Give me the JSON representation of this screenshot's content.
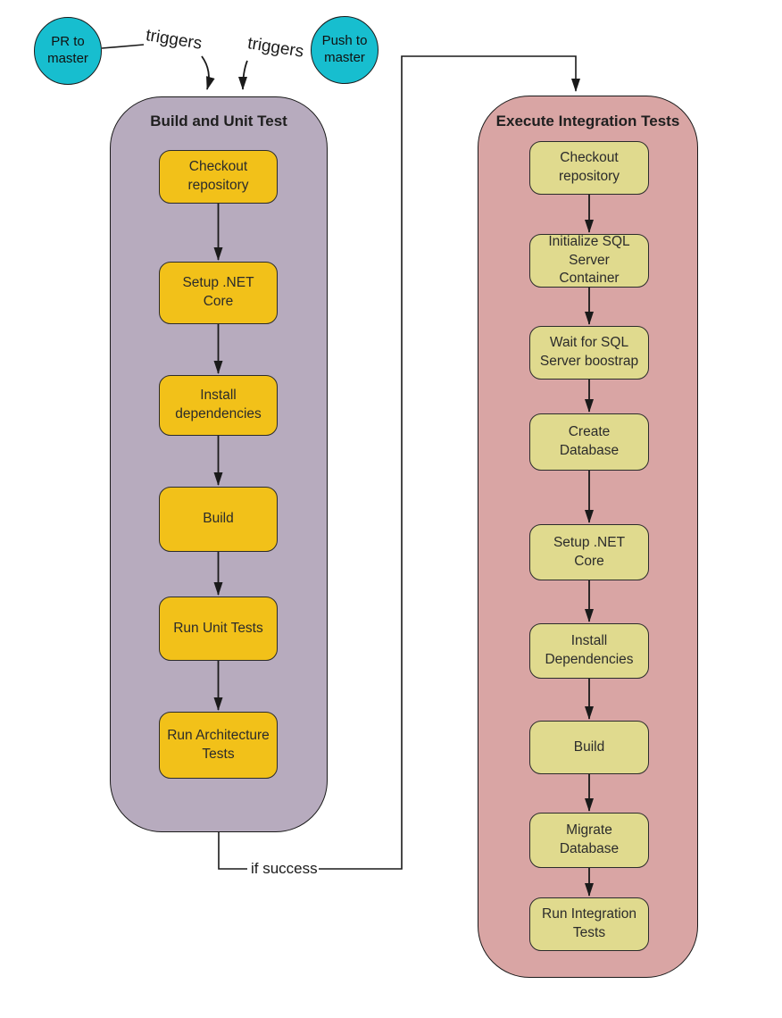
{
  "diagram": {
    "triggers": [
      {
        "label": "PR to master",
        "edge_label": "triggers"
      },
      {
        "label": "Push to master",
        "edge_label": "triggers"
      }
    ],
    "success_edge_label": "if success",
    "pipelines": [
      {
        "title": "Build and Unit Test",
        "steps": [
          "Checkout repository",
          "Setup .NET Core",
          "Install dependencies",
          "Build",
          "Run Unit Tests",
          "Run Architecture Tests"
        ]
      },
      {
        "title": "Execute Integration Tests",
        "steps": [
          "Checkout repository",
          "Initialize SQL Server Container",
          "Wait for SQL Server boostrap",
          "Create Database",
          "Setup .NET Core",
          "Install Dependencies",
          "Build",
          "Migrate Database",
          "Run Integration Tests"
        ]
      }
    ],
    "colors": {
      "trigger_node": "#17BECF",
      "build_container": "#B7ABBE",
      "build_step": "#F2C119",
      "integration_container": "#D9A5A4",
      "integration_step": "#E0DA8E",
      "stroke": "#1a1a1a"
    }
  }
}
